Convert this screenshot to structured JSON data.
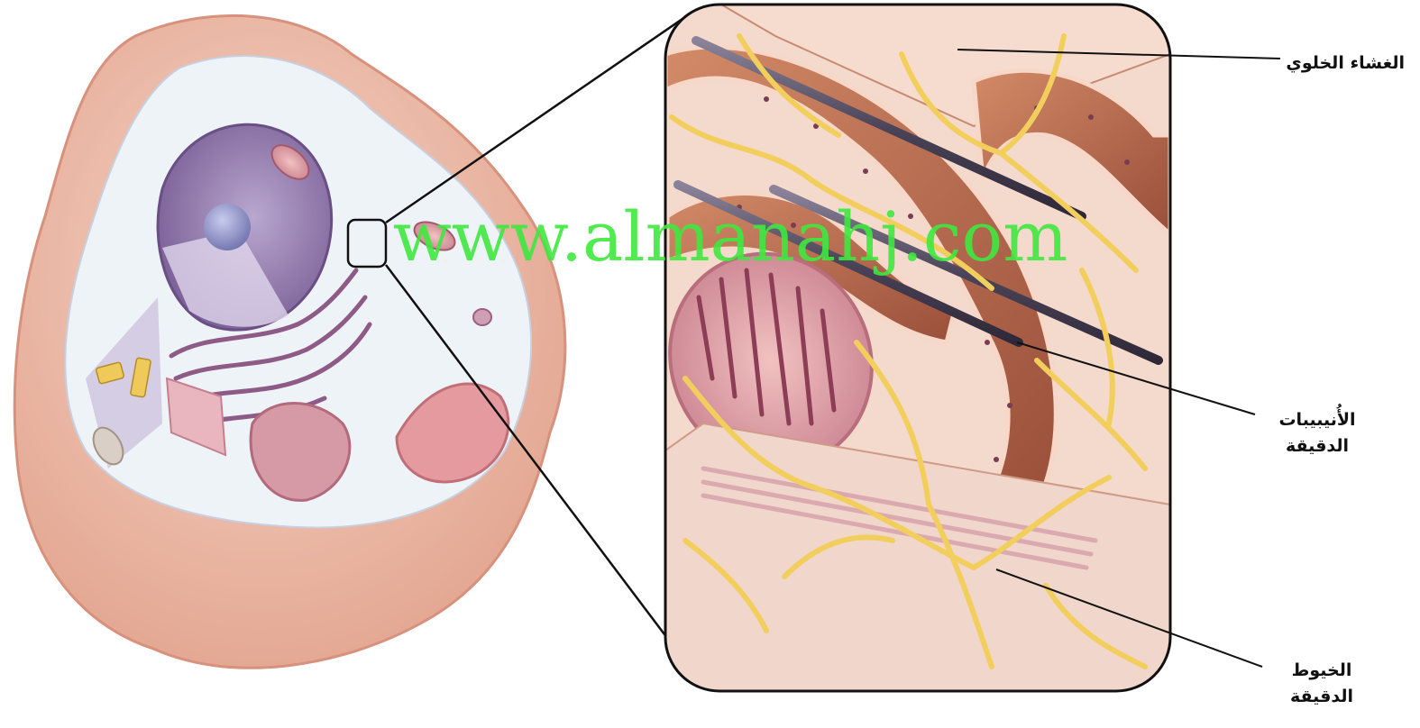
{
  "labels": {
    "cell_membrane": "الغشاء الخلوي",
    "microtubules_line1": "الأُنيبيبات",
    "microtubules_line2": "الدقيقة",
    "microfilaments_line1": "الخيوط",
    "microfilaments_line2": "الدقيقة"
  },
  "watermark": "www.almanahj.com",
  "colors": {
    "cell_outer": "#eeb9a6",
    "cytoplasm": "#eef3f8",
    "nucleus": "#9d86b8",
    "nucleolus": "#8c8fc6",
    "organelle_pink": "#c9808f",
    "er_brown": "#b4664b",
    "microtubule": "#4b4458",
    "filament_yellow": "#f2ce5c",
    "watermark_green": "#3fe83f"
  }
}
